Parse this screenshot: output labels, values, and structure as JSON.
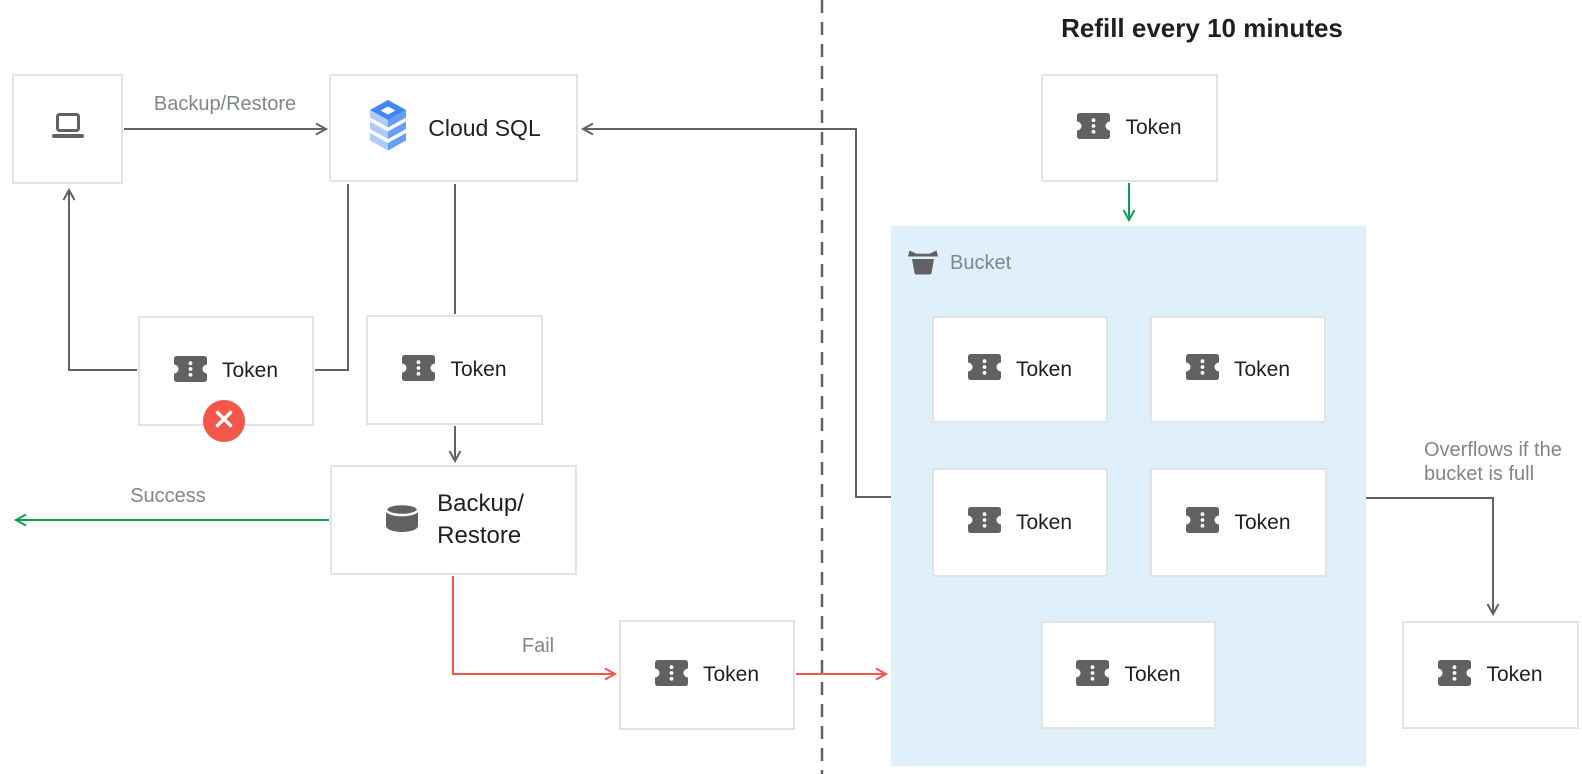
{
  "title": "Refill every 10 minutes",
  "nodes": {
    "cloud_sql": {
      "label": "Cloud SQL"
    },
    "backup_restore": {
      "label_line1": "Backup/",
      "label_line2": "Restore"
    },
    "token_label": "Token",
    "bucket": {
      "label": "Bucket",
      "tokens_inside": 5
    }
  },
  "edge_labels": {
    "request": "Backup/Restore",
    "success": "Success",
    "fail": "Fail",
    "overflow_line1": "Overflows if the",
    "overflow_line2": "bucket is full"
  },
  "icons": {
    "client": "laptop-icon",
    "cloud_sql": "cloud-sql-icon",
    "backup_restore": "database-icon",
    "token": "ticket-icon",
    "bucket": "bucket-icon",
    "error_badge": "x-circle-icon"
  },
  "colors": {
    "text_dark": "#1F1F1F",
    "label_gray": "#80868B",
    "icon_gray": "#616161",
    "connector": "#5F6368",
    "box_border": "#E3E3E3",
    "box_bg": "#FFFFFF",
    "success_green": "#0F9D58",
    "fail_red": "#F4564A",
    "bucket_fill": "#DFF0FB",
    "sql_blue_dark": "#4285F4",
    "sql_blue_mid": "#669DF6",
    "sql_blue_light": "#AECBFA"
  }
}
